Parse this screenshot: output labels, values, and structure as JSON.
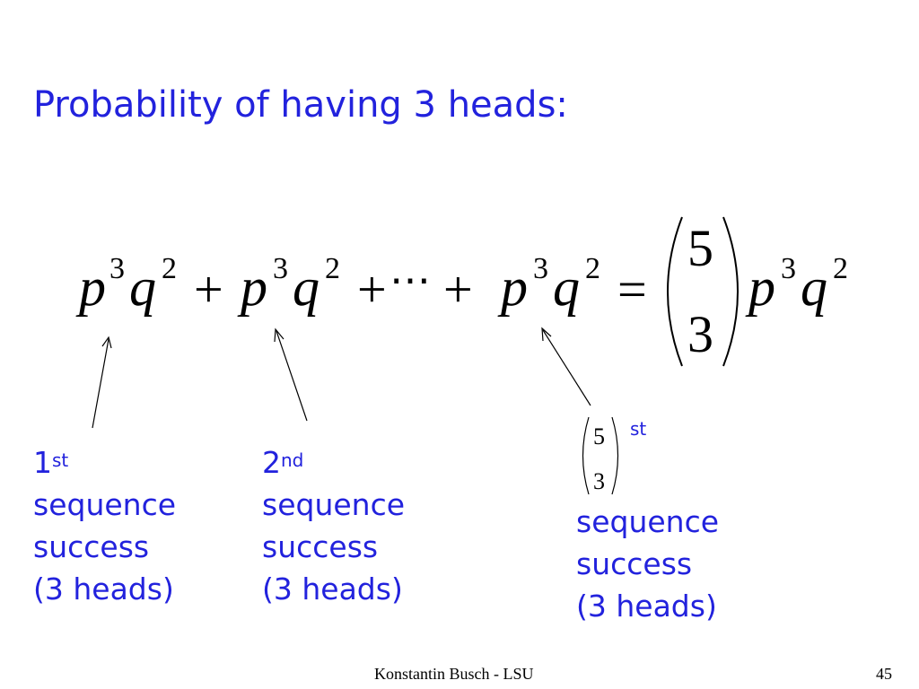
{
  "title": "Probability of having 3 heads:",
  "equation": {
    "p": "p",
    "q": "q",
    "exp_p": "3",
    "exp_q": "2",
    "plus": "+",
    "ellipsis": "⋯",
    "equals": "=",
    "binom_top": "5",
    "binom_bottom": "3"
  },
  "labels": [
    {
      "num": "1",
      "ord": "st",
      "line1": "sequence",
      "line2": "success",
      "line3": "(3 heads)"
    },
    {
      "num": "2",
      "ord": "nd",
      "line1": "sequence",
      "line2": "success",
      "line3": "(3 heads)"
    },
    {
      "binom_top": "5",
      "binom_bottom": "3",
      "ord": "st",
      "line1": "sequence",
      "line2": "success",
      "line3": "(3 heads)"
    }
  ],
  "footer": {
    "author": "Konstantin Busch - LSU",
    "page_number": "45"
  },
  "colors": {
    "accent": "#2222dd",
    "text": "#000000"
  }
}
